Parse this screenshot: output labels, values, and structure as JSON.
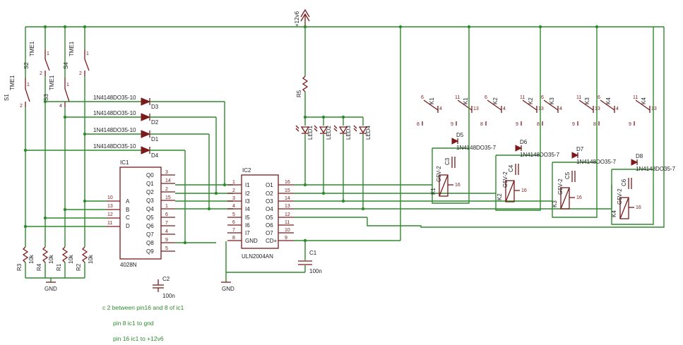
{
  "power": {
    "rail_label": "+12v6",
    "gnd_label": "GND"
  },
  "ic1": {
    "name": "IC1",
    "part": "4028N",
    "left_pins": [
      {
        "num": "10",
        "name": "A"
      },
      {
        "num": "13",
        "name": "B"
      },
      {
        "num": "12",
        "name": "C"
      },
      {
        "num": "11",
        "name": "D"
      }
    ],
    "right_pins": [
      {
        "num": "3",
        "name": "Q0"
      },
      {
        "num": "14",
        "name": "Q1"
      },
      {
        "num": "2",
        "name": "Q2"
      },
      {
        "num": "15",
        "name": "Q3"
      },
      {
        "num": "1",
        "name": "Q4"
      },
      {
        "num": "6",
        "name": "Q5"
      },
      {
        "num": "7",
        "name": "Q6"
      },
      {
        "num": "4",
        "name": "Q7"
      },
      {
        "num": "9",
        "name": "Q8"
      },
      {
        "num": "5",
        "name": "Q9"
      }
    ]
  },
  "ic2": {
    "name": "IC2",
    "part": "ULN2004AN",
    "left_pins": [
      {
        "num": "1",
        "name": "I1"
      },
      {
        "num": "2",
        "name": "I2"
      },
      {
        "num": "3",
        "name": "I3"
      },
      {
        "num": "4",
        "name": "I4"
      },
      {
        "num": "5",
        "name": "I5"
      },
      {
        "num": "6",
        "name": "I6"
      },
      {
        "num": "7",
        "name": "I7"
      },
      {
        "num": "8",
        "name": "GND"
      }
    ],
    "right_pins": [
      {
        "num": "16",
        "name": "O1"
      },
      {
        "num": "15",
        "name": "O2"
      },
      {
        "num": "14",
        "name": "O3"
      },
      {
        "num": "13",
        "name": "O4"
      },
      {
        "num": "12",
        "name": "O5"
      },
      {
        "num": "11",
        "name": "O6"
      },
      {
        "num": "10",
        "name": "O7"
      },
      {
        "num": "9",
        "name": "CD+"
      }
    ]
  },
  "switches": [
    {
      "name": "S1",
      "part": "TME1"
    },
    {
      "name": "S2",
      "part": "TME1"
    },
    {
      "name": "S3",
      "part": "TME1"
    },
    {
      "name": "S4",
      "part": "TME1"
    }
  ],
  "resistors": [
    {
      "name": "R3",
      "value": "10k"
    },
    {
      "name": "R4",
      "value": "10k"
    },
    {
      "name": "R1",
      "value": "10k"
    },
    {
      "name": "R2",
      "value": "10k"
    },
    {
      "name": "R5",
      "value": ""
    }
  ],
  "input_diodes": [
    {
      "name": "D3",
      "part": "1N4148DO35-10"
    },
    {
      "name": "D2",
      "part": "1N4148DO35-10"
    },
    {
      "name": "D1",
      "part": "1N4148DO35-10"
    },
    {
      "name": "D4",
      "part": "1N4148DO35-10"
    }
  ],
  "leds": [
    "LED1",
    "LED2",
    "LED3",
    "LED4"
  ],
  "relays": [
    {
      "name": "K1",
      "coil": "G5V-2",
      "diode": "D5",
      "diode_part": "1N4148DO35-7",
      "cap": "C3"
    },
    {
      "name": "K2",
      "coil": "G5V-2",
      "diode": "D6",
      "diode_part": "1N4148DO35-7",
      "cap": "C4"
    },
    {
      "name": "K3",
      "coil": "G5V-2",
      "diode": "D7",
      "diode_part": "1N4148DO35-7",
      "cap": "C5"
    },
    {
      "name": "K4",
      "coil": "G5V-2",
      "diode": "D8",
      "diode_part": "1N4148DO35-7",
      "cap": "C6"
    }
  ],
  "caps": [
    {
      "name": "C1",
      "value": "100n"
    },
    {
      "name": "C2",
      "value": "100n"
    }
  ],
  "notes": [
    "c 2 between pin16 and 8 of ic1",
    "pin 8 ic1 to gnd",
    "pin 16 ic1 to +12v6"
  ]
}
